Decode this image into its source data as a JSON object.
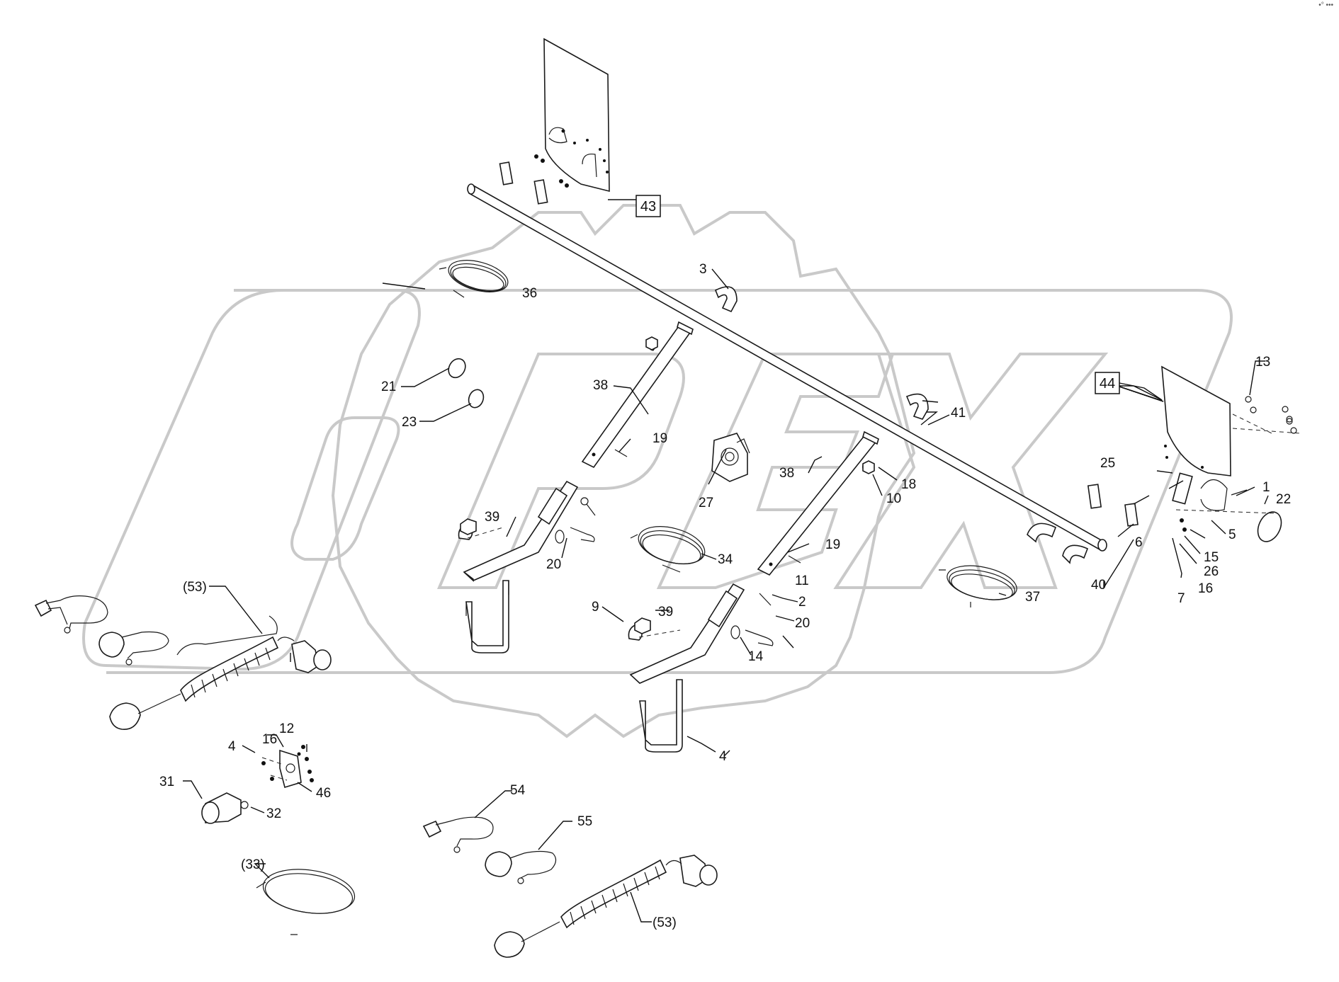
{
  "watermark": {
    "text": "OPEX"
  },
  "corner_mark": "•° •••",
  "callouts": {
    "n1": "1",
    "n2": "2",
    "n3": "3",
    "n4a": "4",
    "n4b": "4",
    "n5": "5",
    "n6": "6",
    "n7": "7",
    "n9": "9",
    "n10": "10",
    "n11": "11",
    "n12": "12",
    "n13": "13",
    "n14": "14",
    "n15": "15",
    "n16a": "16",
    "n16b": "16",
    "n18": "18",
    "n19a": "19",
    "n19b": "19",
    "n20a": "20",
    "n20b": "20",
    "n21": "21",
    "n22": "22",
    "n23": "23",
    "n25": "25",
    "n26": "26",
    "n27": "27",
    "n31": "31",
    "n32": "32",
    "n33": "(33)",
    "n34": "34",
    "n36": "36",
    "n37": "37",
    "n38a": "38",
    "n38b": "38",
    "n39a": "39",
    "n39b": "39",
    "n40": "40",
    "n41": "41",
    "n46": "46",
    "n53a": "(53)",
    "n53b": "(53)",
    "n54": "54",
    "n55": "55"
  },
  "boxed_callouts": {
    "b43": "43",
    "b44": "44"
  }
}
